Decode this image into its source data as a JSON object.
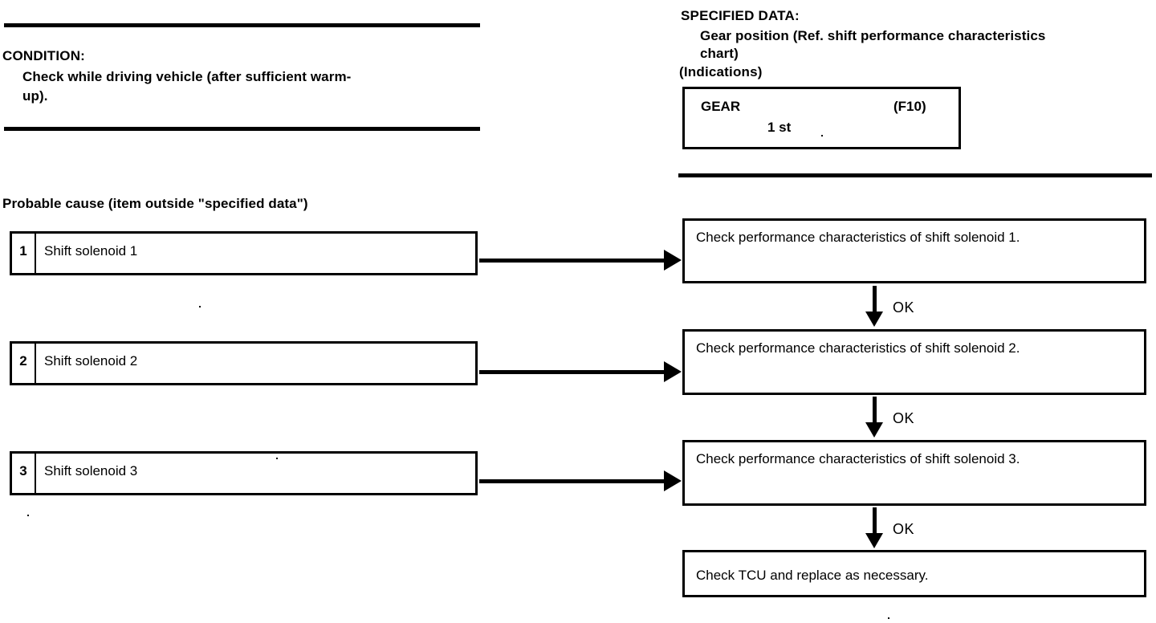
{
  "document": {
    "left_column": {
      "condition": {
        "title": "CONDITION:",
        "body_line_1": "Check while driving vehicle (after sufficient warm-",
        "body_line_2": "up)."
      },
      "probable_cause_heading": "Probable cause (item outside \"specified data\")",
      "causes": [
        {
          "number": "1",
          "label": "Shift solenoid 1"
        },
        {
          "number": "2",
          "label": "Shift solenoid 2"
        },
        {
          "number": "3",
          "label": "Shift solenoid 3"
        }
      ]
    },
    "right_column": {
      "specified_data": {
        "title": "SPECIFIED DATA:",
        "body_line_1": "Gear position (Ref. shift performance characteristics",
        "body_line_2": "chart)",
        "indications_label": "(Indications)"
      },
      "gear_panel": {
        "label": "GEAR",
        "code": "(F10)",
        "value": "1 st"
      },
      "steps": [
        {
          "text": "Check performance characteristics of shift solenoid 1."
        },
        {
          "text": "Check performance characteristics of shift solenoid 2."
        },
        {
          "text": "Check performance characteristics of shift solenoid 3."
        },
        {
          "text": "Check TCU and replace as necessary."
        }
      ],
      "connector_labels": [
        "OK",
        "OK",
        "OK"
      ]
    },
    "colors": {
      "ink": "#000000",
      "paper": "#ffffff"
    }
  }
}
